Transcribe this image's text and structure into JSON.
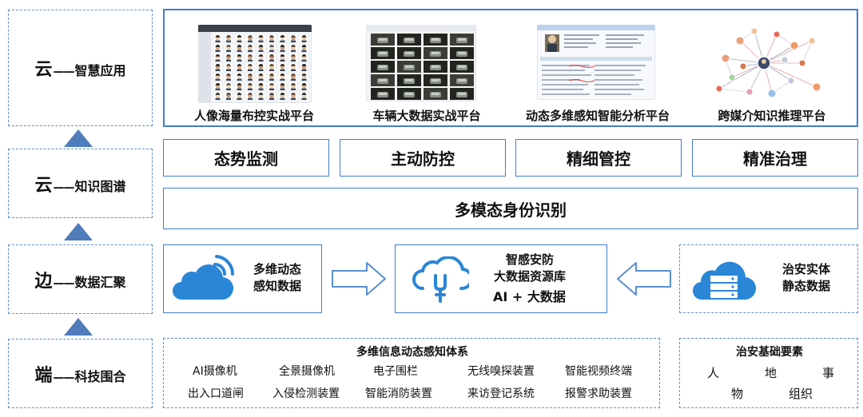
{
  "tiers": [
    {
      "main": "云",
      "dash": "——",
      "sub": "智慧应用"
    },
    {
      "main": "云",
      "dash": "——",
      "sub": "知识图谱"
    },
    {
      "main": "边",
      "dash": "——",
      "sub": "数据汇聚"
    },
    {
      "main": "端",
      "dash": "——",
      "sub": "科技围合"
    }
  ],
  "platforms": [
    {
      "label": "人像海量布控实战平台",
      "icon": "face-grid-screenshot-icon"
    },
    {
      "label": "车辆大数据实战平台",
      "icon": "vehicle-grid-screenshot-icon"
    },
    {
      "label": "动态多维感知智能分析平台",
      "icon": "profile-analysis-screenshot-icon"
    },
    {
      "label": "跨媒介知识推理平台",
      "icon": "knowledge-graph-icon"
    }
  ],
  "capabilities": [
    "态势监测",
    "主动防控",
    "精细管控",
    "精准治理"
  ],
  "identity": "多模态身份识别",
  "dynamic_data": {
    "line1": "多维动态",
    "line2": "感知数据",
    "icon": "wireless-cloud-icon"
  },
  "resource_db": {
    "line1": "智感安防",
    "line2": "大数据资源库",
    "line3": "AI + 大数据",
    "icon": "cloud-plug-icon"
  },
  "static_data": {
    "line1": "治安实体",
    "line2": "静态数据",
    "icon": "server-cloud-icon"
  },
  "perception": {
    "title": "多维信息动态感知体系",
    "items": [
      "AI摄像机",
      "全景摄像机",
      "电子围栏",
      "无线嗅探装置",
      "智能视频终端",
      "出入口道闸",
      "入侵检测装置",
      "智能消防装置",
      "来访登记系统",
      "报警求助装置"
    ]
  },
  "basics": {
    "title": "治安基础要素",
    "items": [
      "人",
      "地",
      "事",
      "物",
      "组织"
    ]
  },
  "colors": {
    "accent": "#3f7ed0",
    "cloud": "#2a86d6",
    "dashed": "#5b8fd1",
    "triangle": "#4f7cba"
  }
}
